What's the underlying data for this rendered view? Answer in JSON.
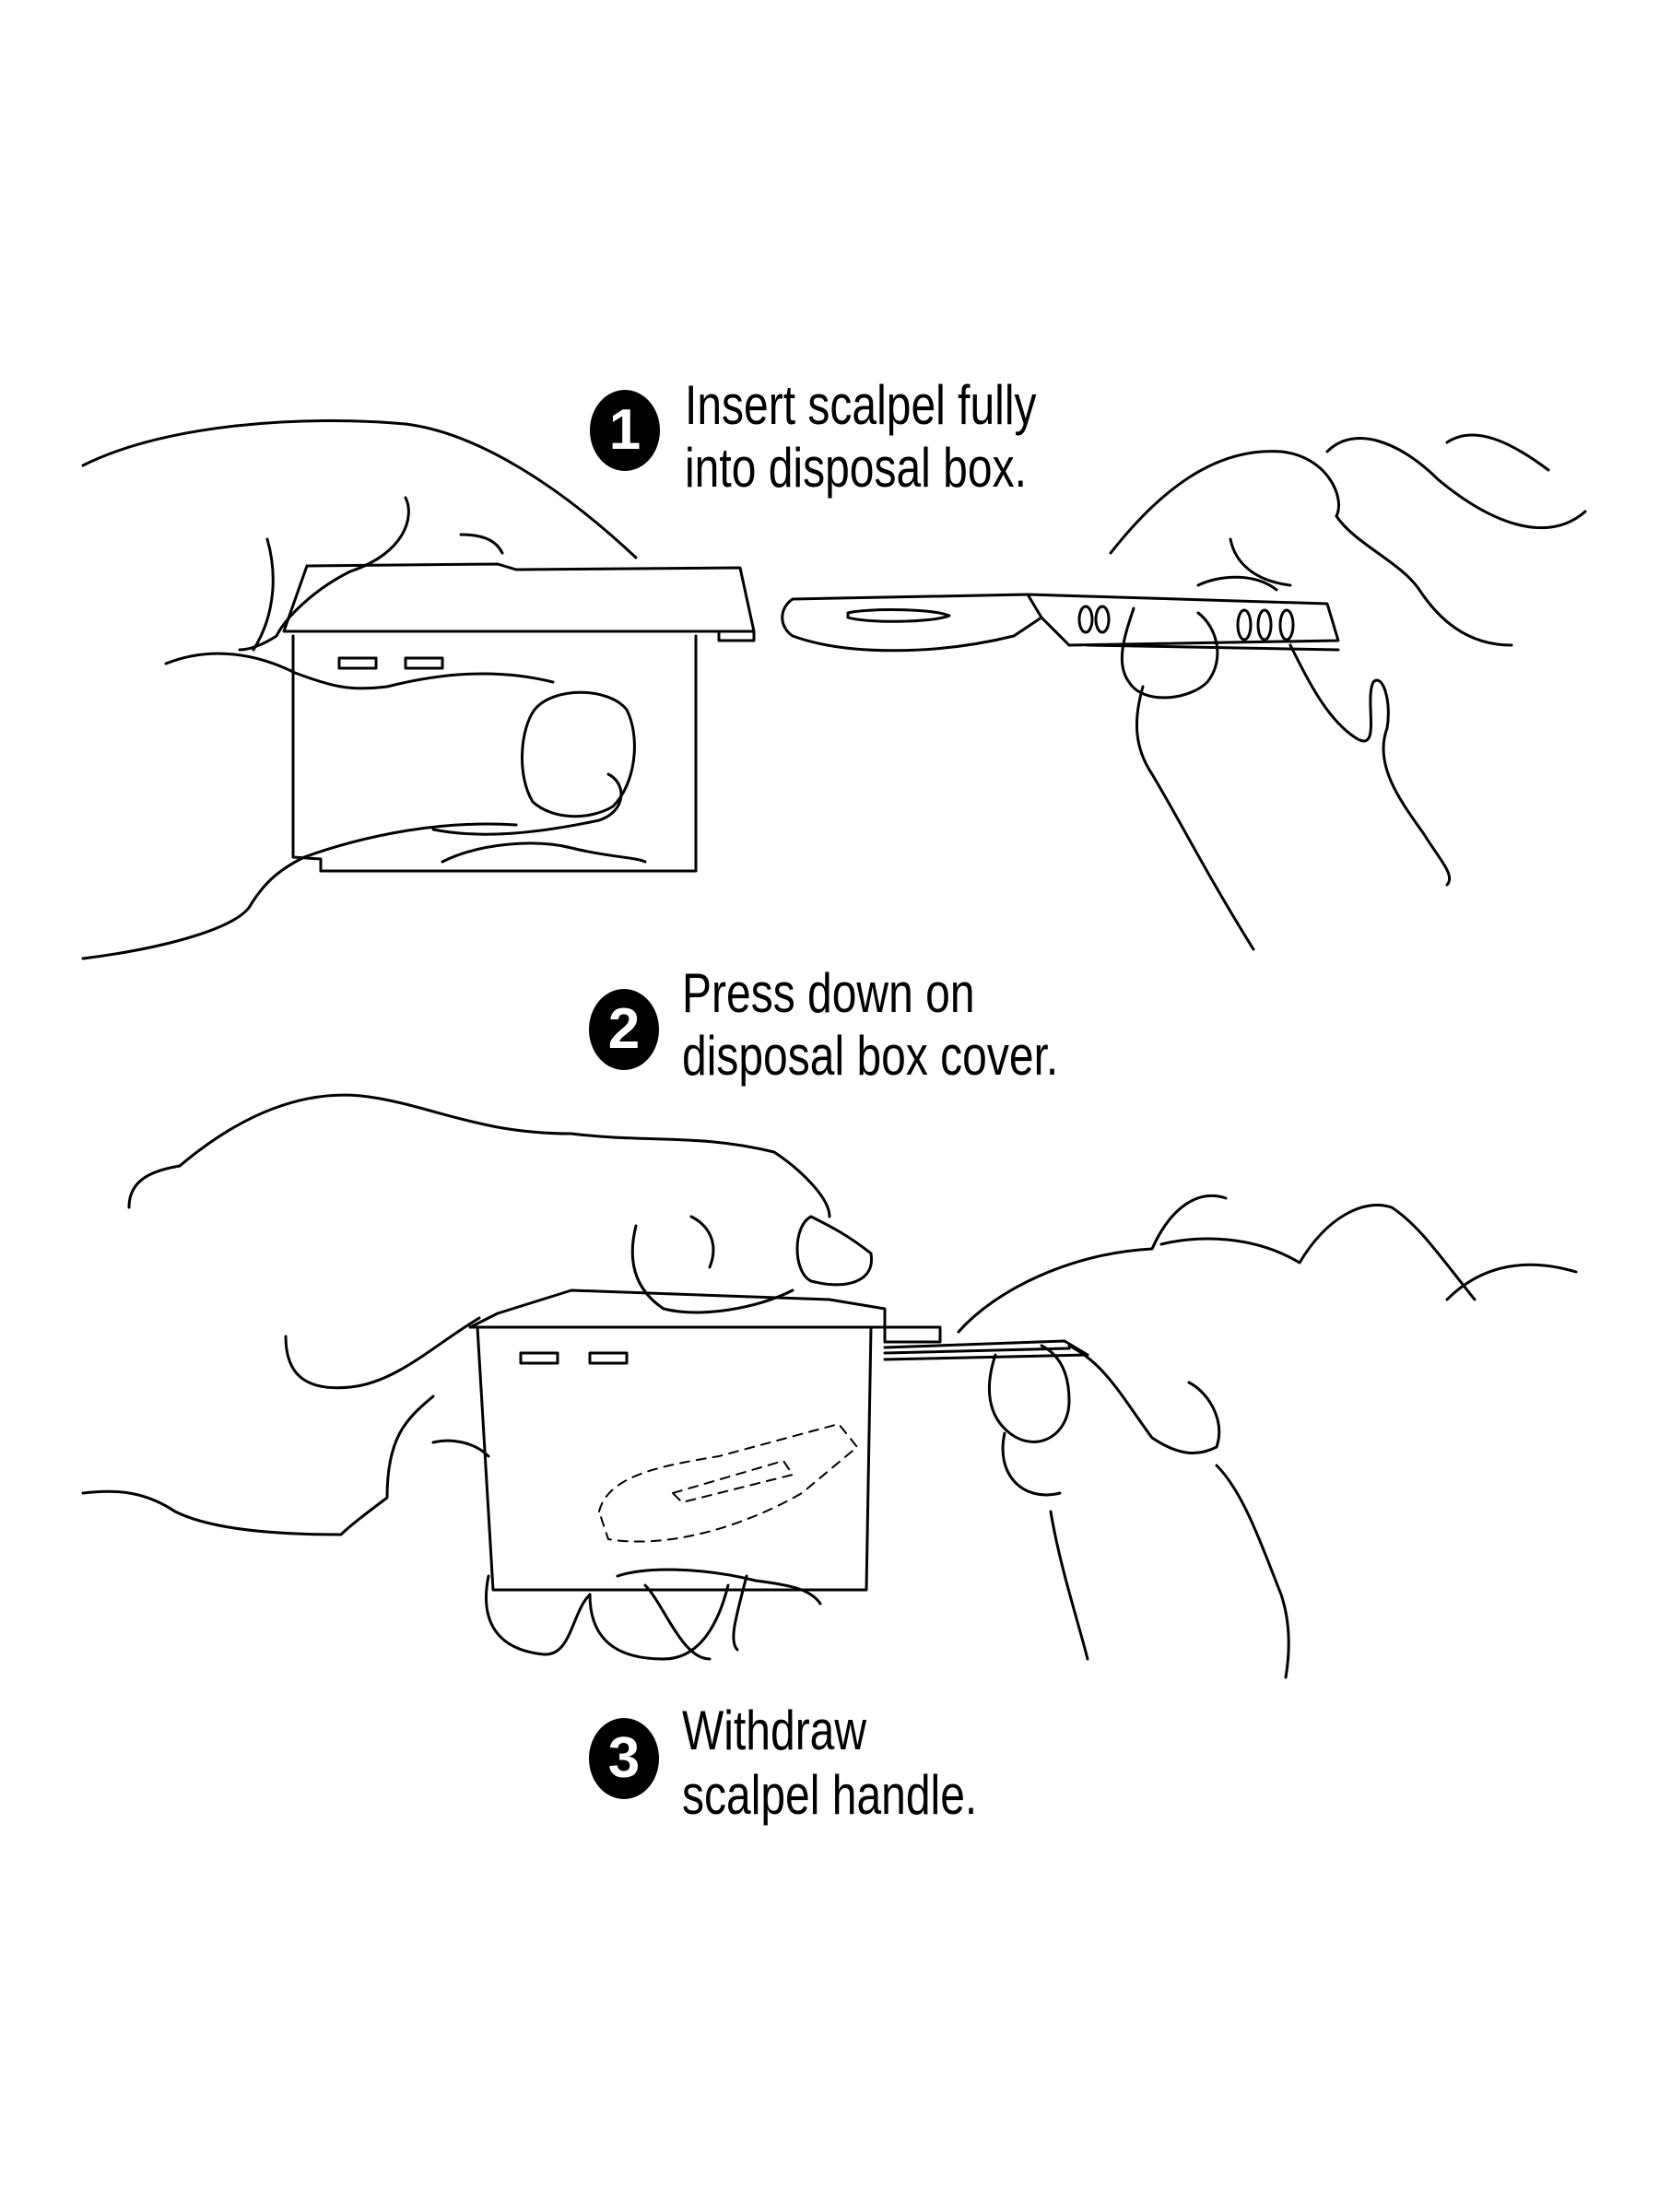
{
  "steps": [
    {
      "number": "1",
      "line1": "Insert scalpel fully",
      "line2": "into disposal box."
    },
    {
      "number": "2",
      "line1": "Press down on",
      "line2": "disposal box cover."
    },
    {
      "number": "3",
      "line1": "Withdraw",
      "line2": "scalpel handle."
    }
  ],
  "colors": {
    "ink": "#000000",
    "background": "#ffffff"
  }
}
